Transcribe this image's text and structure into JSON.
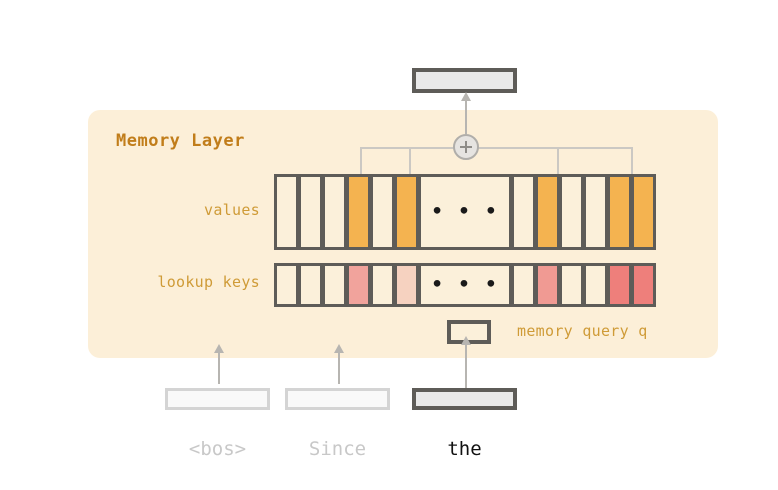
{
  "panel": {
    "title": "Memory Layer",
    "bg_color": "#fcefd8",
    "title_color": "#c17d1a"
  },
  "rows": {
    "values_label": "values",
    "keys_label": "lookup keys",
    "ellipsis": "• • •",
    "label_color": "#cf9b37"
  },
  "values_cells": [
    {
      "state": "off"
    },
    {
      "state": "off"
    },
    {
      "state": "off"
    },
    {
      "state": "on"
    },
    {
      "state": "off"
    },
    {
      "state": "on"
    },
    {
      "state": "gap"
    },
    {
      "state": "off"
    },
    {
      "state": "on"
    },
    {
      "state": "off"
    },
    {
      "state": "off"
    },
    {
      "state": "on"
    },
    {
      "state": "on"
    }
  ],
  "keys_cells": [
    {
      "state": "off"
    },
    {
      "state": "off"
    },
    {
      "state": "off"
    },
    {
      "state": "mid"
    },
    {
      "state": "off"
    },
    {
      "state": "lite"
    },
    {
      "state": "gap"
    },
    {
      "state": "off"
    },
    {
      "state": "on"
    },
    {
      "state": "off"
    },
    {
      "state": "off"
    },
    {
      "state": "hot"
    },
    {
      "state": "hot"
    }
  ],
  "query": {
    "label": "memory query q"
  },
  "combiner": {
    "symbol": "+"
  },
  "output": {
    "name": "output-representation"
  },
  "tokens": [
    {
      "text": "<bos>",
      "active": false
    },
    {
      "text": "Since",
      "active": false
    },
    {
      "text": "the",
      "active": true
    }
  ],
  "colors": {
    "cell_border": "#5e5c58",
    "cell_bg": "#fbf0da",
    "value_active": "#f4b350",
    "key_mid": "#f1a39c",
    "key_light": "#f6d2c0",
    "key_hot": "#ee7f7b",
    "wire": "#cbc8c3",
    "arrow": "#b7b5b1",
    "token_dim": "#c8c8c8",
    "token_active": "#111111"
  }
}
